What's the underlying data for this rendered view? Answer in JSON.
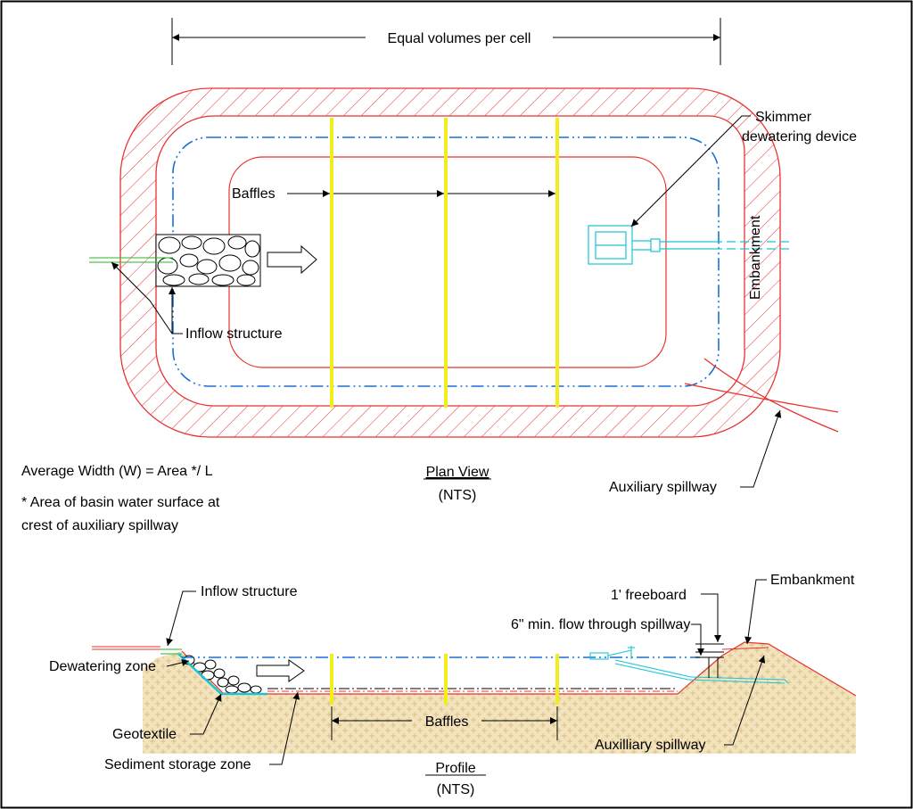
{
  "plan_view": {
    "top_dimension": "Equal volumes per cell",
    "labels": {
      "baffles": "Baffles",
      "skimmer_line1": "Skimmer",
      "skimmer_line2": "dewatering device",
      "embankment": "Embankment",
      "inflow_structure": "Inflow structure",
      "auxiliary_spillway": "Auxiliary spillway"
    },
    "title": "Plan View",
    "scale": "(NTS)"
  },
  "notes": {
    "formula": "Average Width (W) = Area */ L",
    "footnote_line1": "* Area of basin water surface at",
    "footnote_line2": "crest of auxiliary spillway"
  },
  "profile_view": {
    "labels": {
      "inflow_structure": "Inflow structure",
      "dewatering_zone": "Dewatering zone",
      "geotextile": "Geotextile",
      "sediment_storage_zone": "Sediment storage zone",
      "baffles": "Baffles",
      "freeboard": "1' freeboard",
      "min_flow": "6\" min. flow through spillway",
      "embankment": "Embankment",
      "auxiliary_spillway": "Auxilliary spillway"
    },
    "title": "Profile",
    "scale": "(NTS)"
  },
  "colors": {
    "embankment_red": "#e8322e",
    "water_blue": "#1a6fd6",
    "baffle_yellow": "#f2ee1c",
    "skimmer_cyan": "#19c5d6",
    "pipe_green": "#2ab52a",
    "soil": "#ecd9a8"
  }
}
